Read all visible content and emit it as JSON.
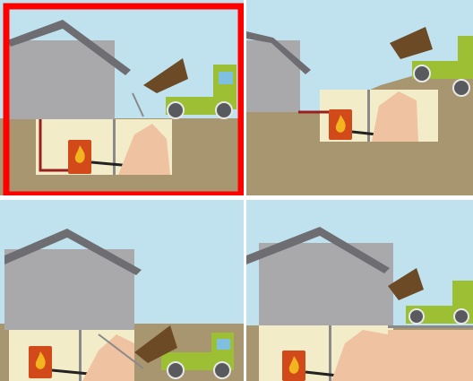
{
  "panels": [
    {
      "id": "indoor-storage-side-delivery",
      "selected": true
    },
    {
      "id": "indoor-storage-hillside-delivery",
      "selected": false
    },
    {
      "id": "indoor-storage-chute-delivery",
      "selected": false
    },
    {
      "id": "outdoor-silo-delivery",
      "selected": false
    }
  ],
  "colors": {
    "sky": "#bfe2ee",
    "ground": "#a89670",
    "house": "#a9a9ac",
    "roof": "#6e6e72",
    "room": "#f2ecc8",
    "wall_line": "#8a8a8a",
    "boiler": "#d24a1a",
    "flame": "#f2b51f",
    "pipe": "#9a1f1f",
    "pellets": "#efc3a2",
    "truck_body": "#9cbf33",
    "truck_bed": "#6b4a25",
    "truck_window": "#7fbfe0",
    "wheel": "#595a5e",
    "selection_frame": "#ff0000",
    "divider": "#ffffff"
  }
}
